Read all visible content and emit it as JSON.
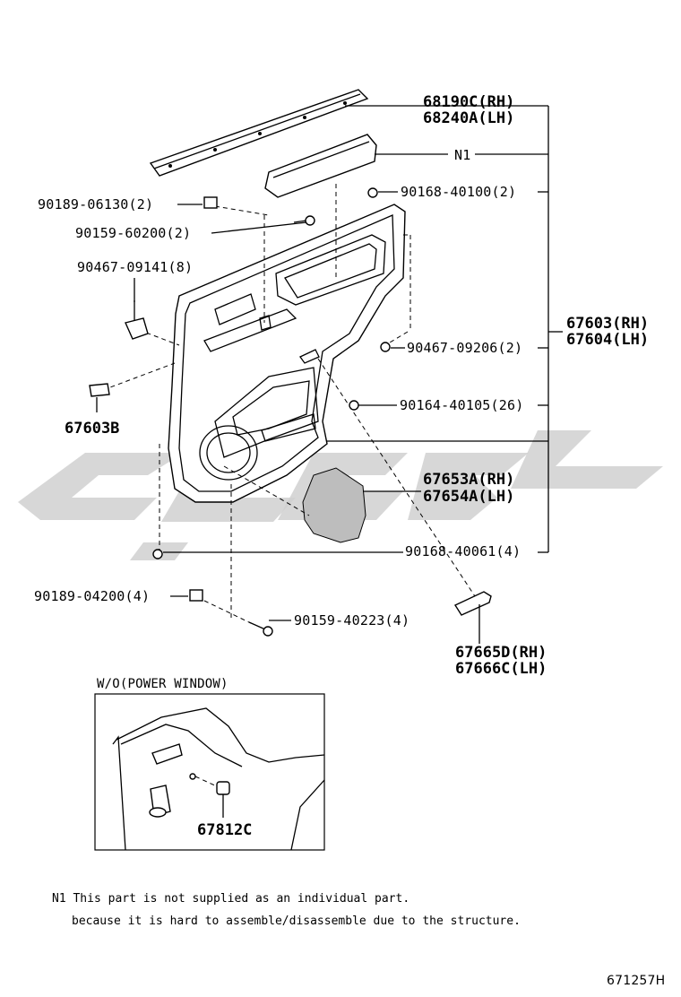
{
  "labels": {
    "l68190": "68190C(RH)",
    "l68240": "68240A(LH)",
    "n1": "N1",
    "l90168_40100": "90168-40100(2)",
    "l90189_06130": "90189-06130(2)",
    "l90159_60200": "90159-60200(2)",
    "l90467_09141": "90467-09141(8)",
    "l67603rh": "67603(RH)",
    "l67604lh": "67604(LH)",
    "l90467_09206": "90467-09206(2)",
    "l67603b": "67603B",
    "l90164_40105": "90164-40105(26)",
    "l67653a": "67653A(RH)",
    "l67654a": "67654A(LH)",
    "l90168_40061": "90168-40061(4)",
    "l90189_04200": "90189-04200(4)",
    "l90159_40223": "90159-40223(4)",
    "l67665d": "67665D(RH)",
    "l67666c": "67666C(LH)",
    "inset_title": "W/O(POWER WINDOW)",
    "l67812c": "67812C"
  },
  "footnote": {
    "line1": "N1 This part is not supplied as an individual part.",
    "line2": "because it is hard to assemble/disassemble due to the structure."
  },
  "diagram_code": "671257H"
}
